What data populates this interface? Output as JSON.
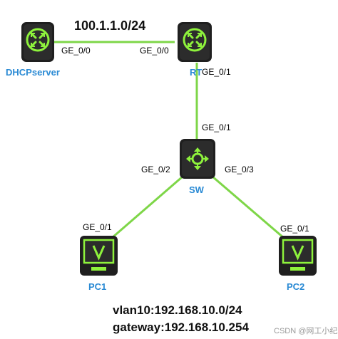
{
  "diagram": {
    "network_label": "100.1.1.0/24",
    "devices": {
      "dhcpserver": {
        "name": "DHCPserver",
        "icon": "router-icon"
      },
      "rt": {
        "name": "RT",
        "icon": "router-icon"
      },
      "sw": {
        "name": "SW",
        "icon": "switch-icon"
      },
      "pc1": {
        "name": "PC1",
        "icon": "pc-icon"
      },
      "pc2": {
        "name": "PC2",
        "icon": "pc-icon"
      }
    },
    "ports": {
      "dhcp_ge00": "GE_0/0",
      "rt_ge00": "GE_0/0",
      "rt_ge01": "GE_0/1",
      "sw_ge01": "GE_0/1",
      "sw_ge02": "GE_0/2",
      "sw_ge03": "GE_0/3",
      "pc1_ge01": "GE_0/1",
      "pc2_ge01": "GE_0/1"
    },
    "notes": {
      "vlan": "vlan10:192.168.10.0/24",
      "gateway": "gateway:192.168.10.254"
    },
    "watermark": "CSDN @网工小纪",
    "colors": {
      "link": "#7ed648",
      "device_body": "#1f1f1f",
      "device_accent": "#8ef23c",
      "name_text": "#2a8ad4"
    }
  }
}
